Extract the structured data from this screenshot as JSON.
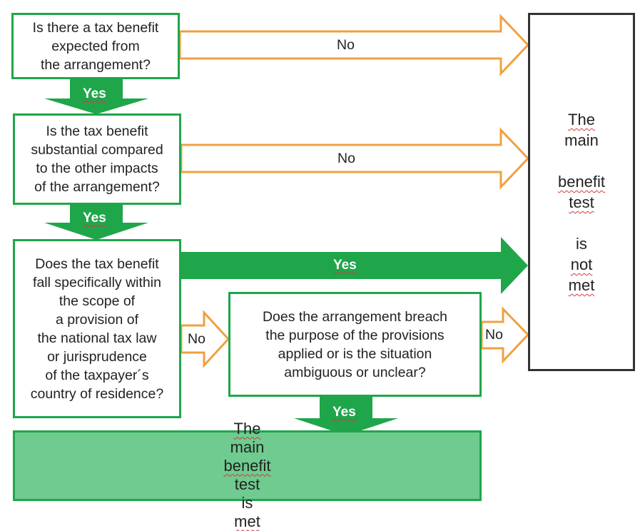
{
  "questions": {
    "q1": "Is there a tax benefit\nexpected from\nthe arrangement?",
    "q2": "Is the tax benefit\nsubstantial compared\nto the other impacts\nof the arrangement?",
    "q3": "Does the tax benefit\nfall specifically within\nthe scope of\na provision of\nthe national tax law\nor jurisprudence\nof the taxpayer´s\ncountry of residence?",
    "q4": "Does the arrangement breach\nthe purpose of the provisions\napplied or is the situation\nambiguous or unclear?"
  },
  "results": {
    "not_met": {
      "w1": "The",
      "w2": "main",
      "w3": "benefit",
      "w4": "test",
      "w5": "is",
      "w6": "not",
      "w7": "met"
    },
    "met": {
      "w1": "The",
      "w2": "main",
      "w3": "benefit",
      "w4": "test",
      "w5": "is",
      "w6": "met"
    }
  },
  "labels": {
    "yes": "Yes",
    "no": "No"
  },
  "colors": {
    "green": "#1fa64a",
    "orange": "#f0a040",
    "met_fill": "#6fcb8f",
    "frame": "#333333"
  }
}
